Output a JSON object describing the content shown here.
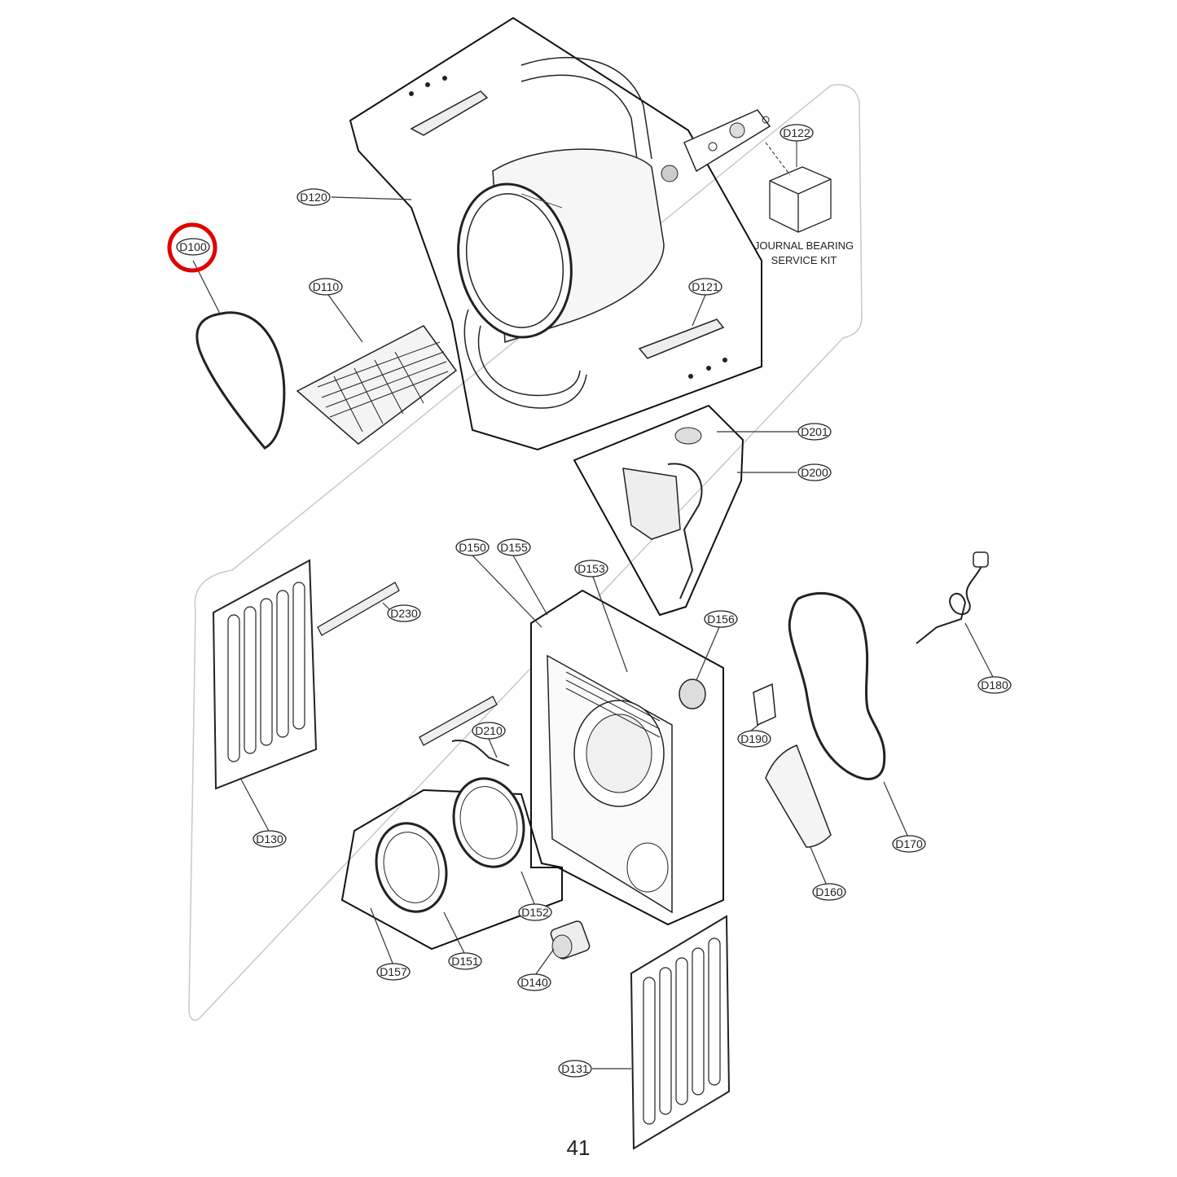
{
  "highlight_color": "#e00000",
  "page_number": "41",
  "callouts": {
    "d100": "D100",
    "d110": "D110",
    "d120": "D120",
    "d121": "D121",
    "d122": "D122",
    "d130": "D130",
    "d131": "D131",
    "d140": "D140",
    "d150": "D150",
    "d151": "D151",
    "d152": "D152",
    "d153": "D153",
    "d155": "D155",
    "d156": "D156",
    "d157": "D157",
    "d160": "D160",
    "d170": "D170",
    "d180": "D180",
    "d190": "D190",
    "d200": "D200",
    "d201": "D201",
    "d210": "D210",
    "d230": "D230"
  },
  "kit_note": {
    "line1": "JOURNAL BEARING",
    "line2": "SERVICE KIT"
  }
}
